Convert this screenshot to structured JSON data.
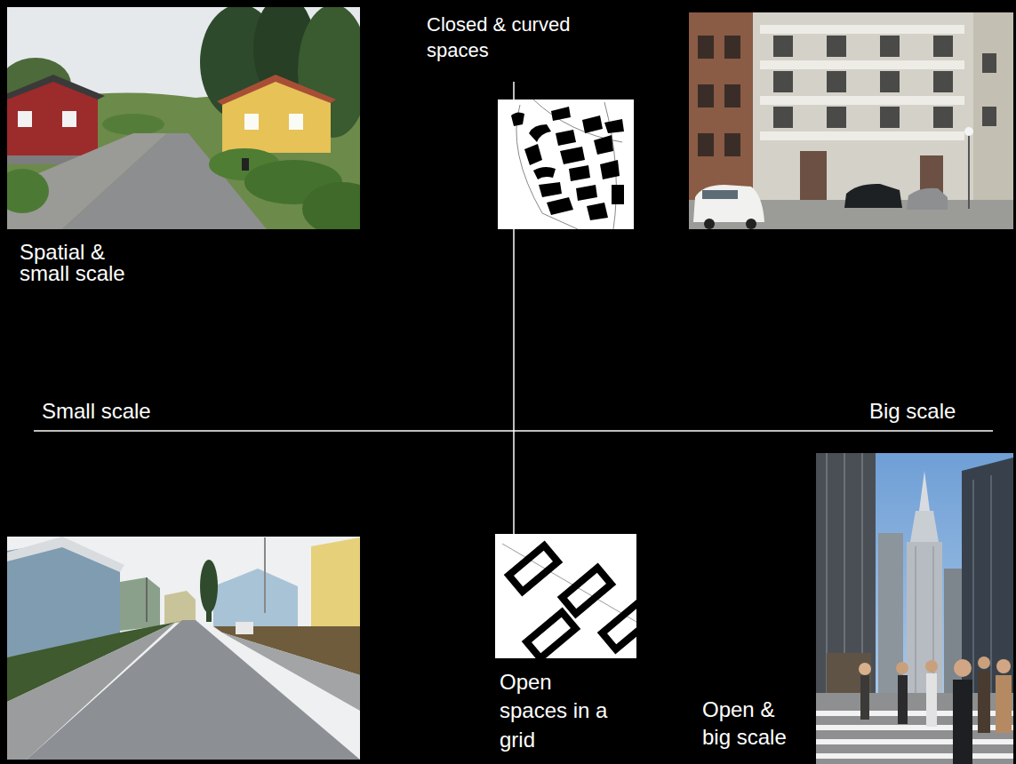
{
  "diagram": {
    "labels": [
      "Closed & curved spaces",
      "Spatial & small scale",
      "Small scale",
      "Big scale",
      "Open spaces in a grid",
      "Open & big scale"
    ]
  }
}
